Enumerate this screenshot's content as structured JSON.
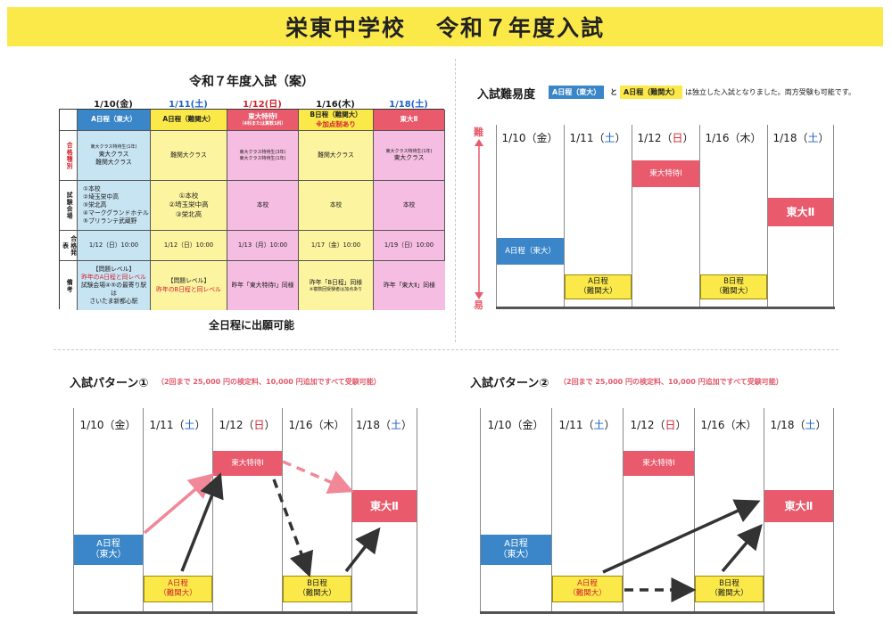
{
  "header": {
    "school": "栄東中学校",
    "exam": "令和７年度入試"
  },
  "plan": {
    "title": "令和７年度入試（案）",
    "dates": [
      {
        "text": "1/10(金)",
        "color": "dark"
      },
      {
        "text": "1/11(土)",
        "color": "blue"
      },
      {
        "text": "1/12(日)",
        "color": "red"
      },
      {
        "text": "1/16(木)",
        "color": "dark"
      },
      {
        "text": "1/18(土)",
        "color": "blue"
      }
    ],
    "exam_names": [
      {
        "line1": "A日程（東大）",
        "line2": "",
        "line3": ""
      },
      {
        "line1": "A日程（難関大）",
        "line2": "",
        "line3": ""
      },
      {
        "line1": "東大特待Ⅰ",
        "line2": "（4科または算数1科）",
        "line3": ""
      },
      {
        "line1": "B日程（難関大）",
        "line2": "※加点制あり",
        "line3": ""
      },
      {
        "line1": "東大Ⅱ",
        "line2": "",
        "line3": ""
      }
    ],
    "row_labels": {
      "pass_type": "合格種別",
      "venue": "試験会場",
      "announce": "合格発表",
      "notes": "備考"
    },
    "pass_type": [
      [
        "東大クラス特待生(1年)",
        "東大クラス",
        "難関大クラス"
      ],
      [
        "難関大クラス"
      ],
      [
        "東大クラス特待生(3年)",
        "東大クラス特待生(1年)"
      ],
      [
        "難関大クラス"
      ],
      [
        "東大クラス特待生(1年)",
        "東大クラス"
      ]
    ],
    "venue": [
      [
        "①本校",
        "②埼玉栄中高",
        "③栄北高",
        "④マークグランドホテル",
        "⑤ブリランテ武蔵野"
      ],
      [
        "①本校",
        "②埼玉栄中高",
        "③栄北高"
      ],
      [
        "本校"
      ],
      [
        "本校"
      ],
      [
        "本校"
      ]
    ],
    "announce": [
      "1/12（日）10:00",
      "1/12（日）10:00",
      "1/13（月）10:00",
      "1/17（金）10:00",
      "1/19（日）10:00"
    ],
    "notes": [
      [
        "【問題レベル】",
        "昨年のA日程と同レベル",
        "試験会場④⑤の最寄り駅は",
        "さいたま新都心駅"
      ],
      [
        "【問題レベル】",
        "昨年のB日程と同レベル"
      ],
      [
        "昨年「東大特待Ⅰ」同様"
      ],
      [
        "昨年「B日程」同様",
        "※複数回受験者は加点あり"
      ],
      [
        "昨年「東大Ⅱ」同様"
      ]
    ],
    "footer": "全日程に出願可能"
  },
  "difficulty": {
    "title": "入試難易度",
    "tag_a_todai": "A日程（東大）",
    "connector": "と",
    "tag_a_nankan": "A日程（難関大）",
    "note": "は独立した入試となりました。両方受験も可能です。",
    "axis_hard": "難",
    "axis_easy": "易"
  },
  "days": [
    {
      "date": "1/10",
      "dow": "金",
      "dow_color": "dark"
    },
    {
      "date": "1/11",
      "dow": "土",
      "dow_color": "blue"
    },
    {
      "date": "1/12",
      "dow": "日",
      "dow_color": "red"
    },
    {
      "date": "1/16",
      "dow": "木",
      "dow_color": "dark"
    },
    {
      "date": "1/18",
      "dow": "土",
      "dow_color": "blue"
    }
  ],
  "blocks": {
    "a_todai": [
      "A日程",
      "（東大）"
    ],
    "a_todai_inline": "A日程（東大）",
    "a_nankan": [
      "A日程",
      "（難関大）"
    ],
    "tokutai": "東大特待Ⅰ",
    "b_nankan": [
      "B日程",
      "（難関大）"
    ],
    "todai2": "東大Ⅱ"
  },
  "pattern1": {
    "title": "入試パターン①",
    "subtitle": "（2回まで 25,000 円の検定料、10,000 円追加ですべて受験可能）"
  },
  "pattern2": {
    "title": "入試パターン②",
    "subtitle": "（2回まで 25,000 円の検定料、10,000 円追加ですべて受験可能）"
  },
  "colors": {
    "header_yellow": "#fbe94a",
    "blue": "#3a86c9",
    "yellow": "#fbe94a",
    "red": "#e85a6c",
    "arrow_pink": "#f08898",
    "arrow_dark": "#333333"
  }
}
